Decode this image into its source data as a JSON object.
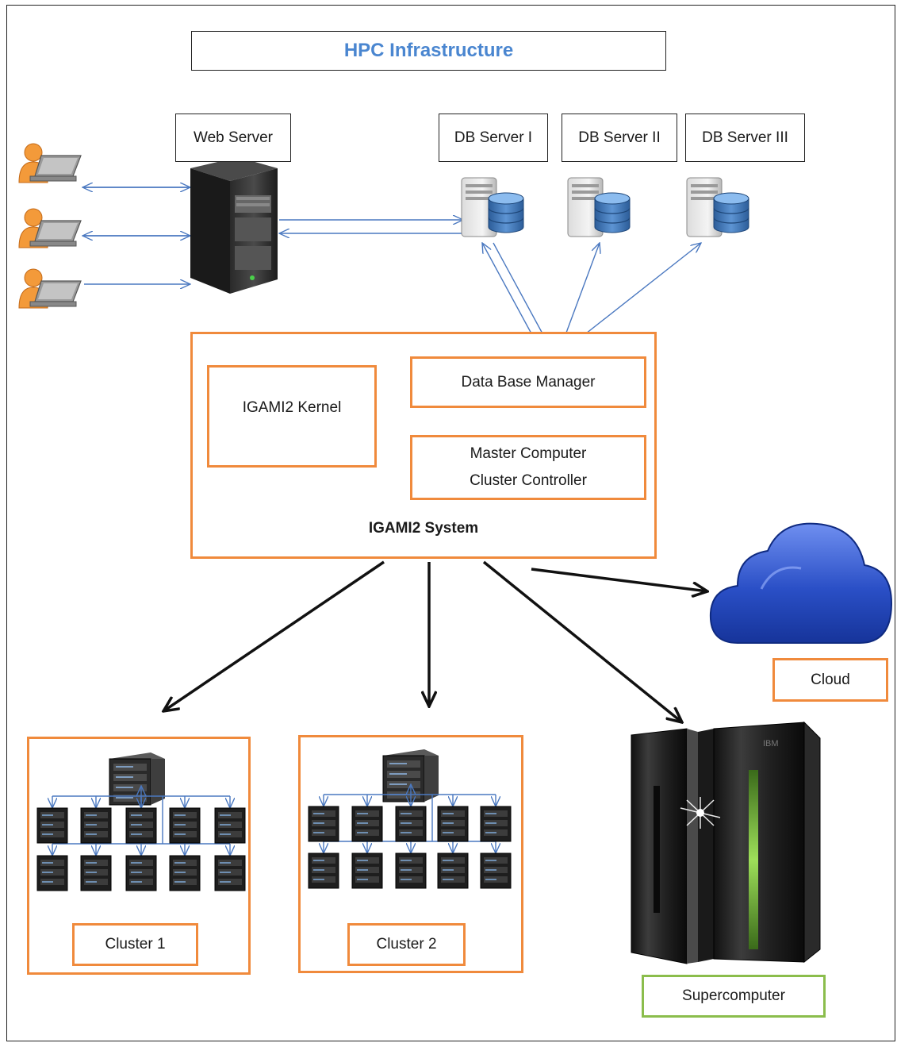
{
  "title": "HPC Infrastructure",
  "web_server": {
    "label": "Web Server"
  },
  "db_servers": [
    "DB Server I",
    "DB Server II",
    "DB Server III"
  ],
  "system": {
    "label": "IGAMI2 System",
    "kernel": "IGAMI2 Kernel",
    "db_manager": "Data Base Manager",
    "master_line1": "Master Computer",
    "master_line2": "Cluster Controller"
  },
  "cloud": {
    "label": "Cloud"
  },
  "clusters": [
    "Cluster 1",
    "Cluster 2"
  ],
  "supercomputer": {
    "label": "Supercomputer",
    "brand": "IBM"
  },
  "colors": {
    "orange": "#f08a3c",
    "green": "#8bbd4c",
    "title_blue": "#4a86d0",
    "arrow_blue": "#4a78c0",
    "cloud_blue": "#1f45b8"
  }
}
